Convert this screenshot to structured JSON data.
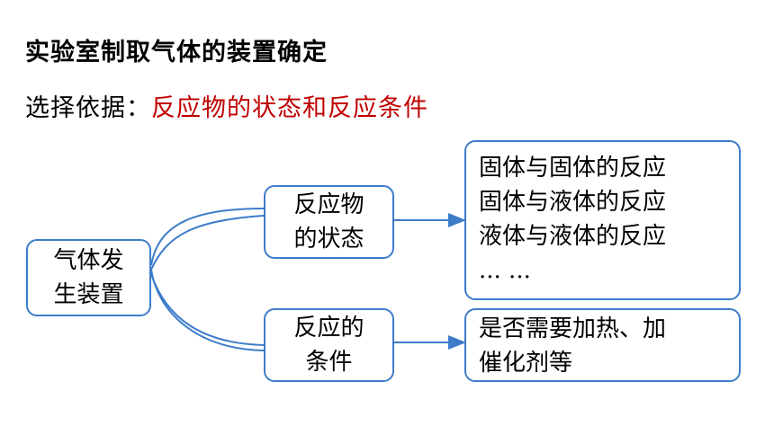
{
  "title": "实验室制取气体的装置确定",
  "basis": {
    "label": "选择依据：",
    "value": "反应物的状态和反应条件"
  },
  "diagram": {
    "root": {
      "lines": [
        "气体发",
        "生装置"
      ]
    },
    "branches": [
      {
        "node": {
          "lines": [
            "反应物",
            "的状态"
          ]
        },
        "detail": {
          "lines": [
            "固体与固体的反应",
            "固体与液体的反应",
            "液体与液体的反应",
            "... ..."
          ]
        }
      },
      {
        "node": {
          "lines": [
            "反应的",
            "条件"
          ]
        },
        "detail": {
          "lines": [
            "是否需要加热、加",
            "催化剂等"
          ]
        }
      }
    ],
    "colors": {
      "border": "#3d7cc9",
      "highlight": "#c00000"
    }
  }
}
